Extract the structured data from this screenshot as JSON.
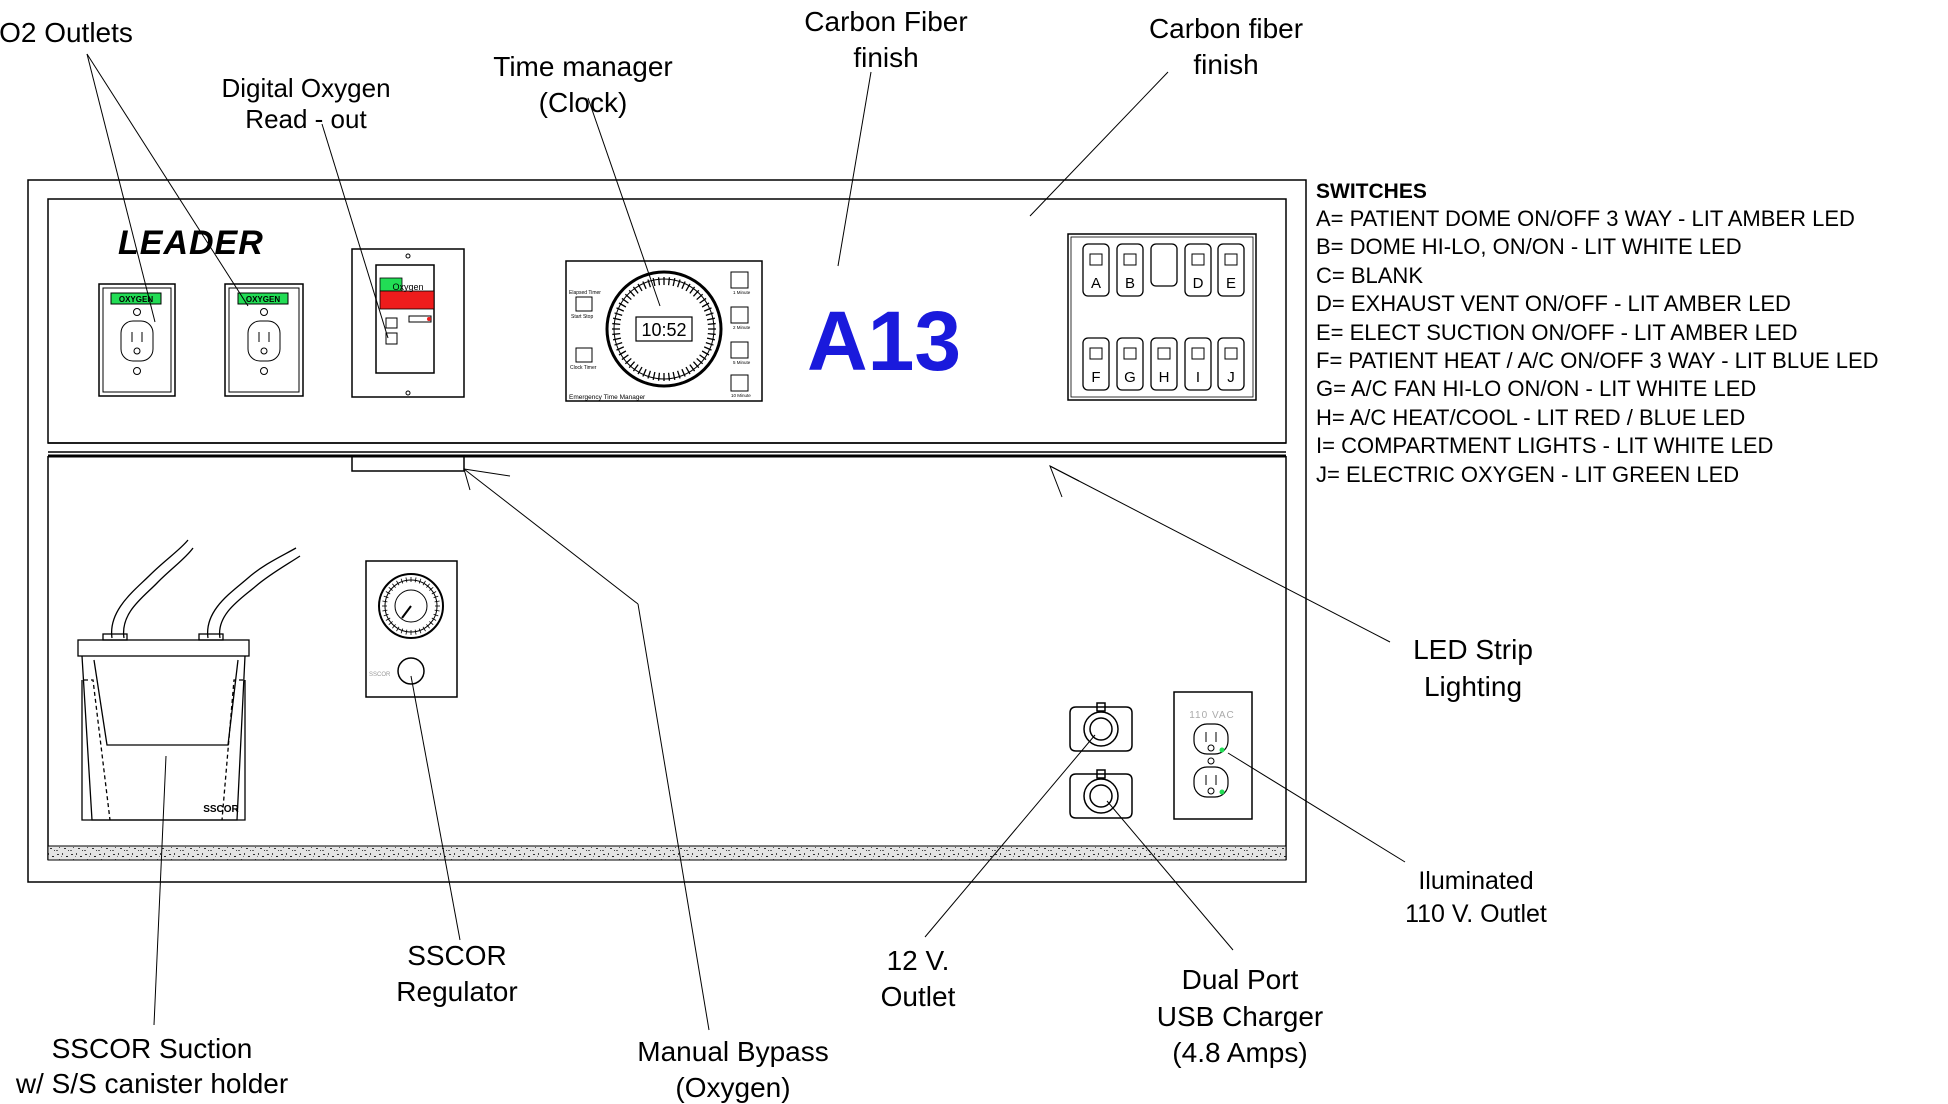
{
  "labels": {
    "o2_outlets": [
      "O2 Outlets"
    ],
    "digital_oxygen": [
      "Digital Oxygen",
      "Read - out"
    ],
    "time_manager": [
      "Time manager",
      "(Clock)"
    ],
    "carbon_fiber_1": [
      "Carbon Fiber",
      "finish"
    ],
    "carbon_fiber_2": [
      "Carbon fiber",
      "finish"
    ],
    "led_strip": [
      "LED Strip",
      "Lighting"
    ],
    "illuminated_outlet": [
      "Iluminated",
      "110 V. Outlet"
    ],
    "dual_usb": [
      "Dual Port",
      "USB Charger",
      "(4.8 Amps)"
    ],
    "twelve_v": [
      "12 V.",
      "Outlet"
    ],
    "manual_bypass": [
      "Manual Bypass",
      "(Oxygen)"
    ],
    "sscor_regulator": [
      "SSCOR",
      "Regulator"
    ],
    "sscor_suction": [
      "SSCOR Suction",
      "w/ S/S canister holder"
    ]
  },
  "panel": {
    "brand": "LEADER",
    "unit_number": "A13",
    "oxygen_tag": "OXYGEN",
    "oxy_display_label": "Oxygen",
    "clock_time": "10:52",
    "clock_footer": "Emergency Time Manager",
    "clock_left_labels": [
      "Elapsed Timer",
      "Start Stop",
      "Clock Timer"
    ],
    "clock_right_labels": [
      "1 Minute",
      "2 Minute",
      "5 Minute",
      "10 Minute"
    ],
    "canister_label": "SSCOR",
    "regulator_label": "SSCOR",
    "outlet_voltage": "110 VAC",
    "switches_top": [
      "A",
      "B",
      "",
      "D",
      "E"
    ],
    "switches_bottom": [
      "F",
      "G",
      "H",
      "I",
      "J"
    ]
  },
  "switches_legend": {
    "title": "SWITCHES",
    "items": [
      "A= PATIENT DOME ON/OFF 3 WAY - LIT AMBER LED",
      "B= DOME HI-LO, ON/ON - LIT WHITE LED",
      "C= BLANK",
      "D= EXHAUST VENT ON/OFF - LIT AMBER LED",
      "E= ELECT SUCTION ON/OFF - LIT AMBER LED",
      "F= PATIENT HEAT / A/C ON/OFF 3 WAY - LIT BLUE LED",
      "G= A/C FAN HI-LO ON/ON - LIT WHITE LED",
      "H= A/C HEAT/COOL - LIT RED / BLUE LED",
      "I=   COMPARTMENT LIGHTS - LIT WHITE LED",
      "J= ELECTRIC OXYGEN - LIT GREEN LED"
    ]
  },
  "colors": {
    "unit_number": "#1a1adc",
    "oxygen_tag": "#22dd55",
    "oxy_display": "#ee1c1c",
    "line": "#000000"
  }
}
